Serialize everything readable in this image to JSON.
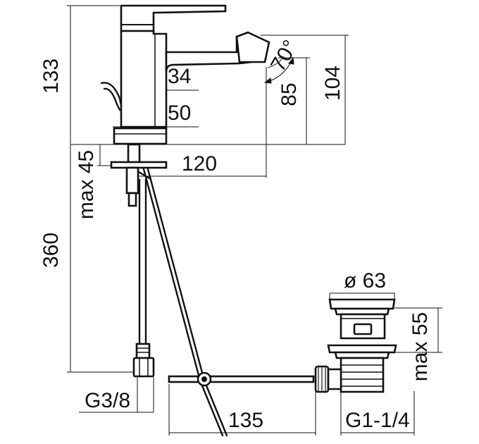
{
  "dimensions": {
    "height_total": "133",
    "spout_height": "104",
    "spout_angle_85": "85",
    "spout_angle_70": "70°",
    "lever_34": "34",
    "base_50": "50",
    "reach_120": "120",
    "max_thickness": "max 45",
    "hose_length": "360",
    "hose_thread": "G3/8",
    "waste_diameter": "ø 63",
    "waste_max_height": "max 55",
    "rod_135": "135",
    "waste_thread": "G1-1/4"
  }
}
